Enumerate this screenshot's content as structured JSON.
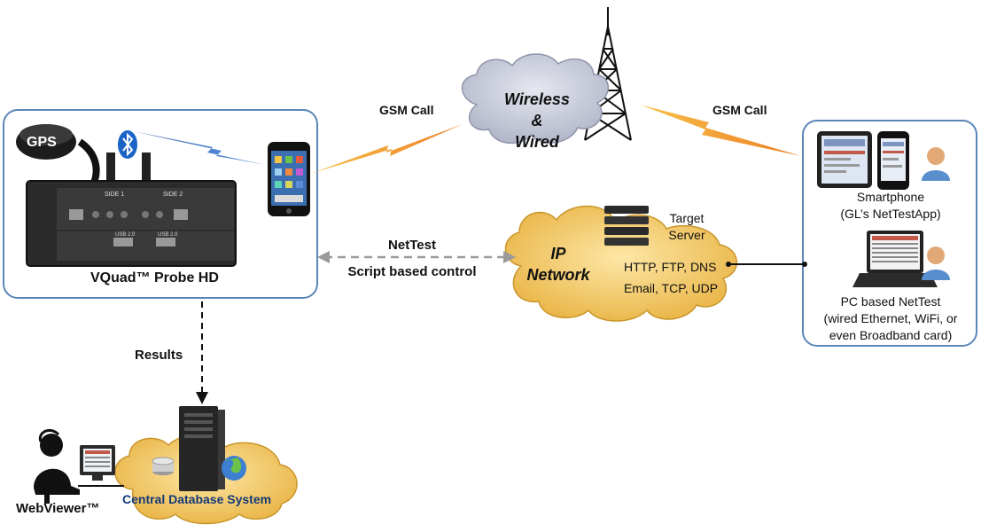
{
  "probe": {
    "gps_label": "GPS",
    "title": "VQuad™ Probe HD",
    "side1_label": "SIDE 1",
    "side2_label": "SIDE 2",
    "usb1_label": "USB 2.0",
    "usb2_label": "USB 2.0"
  },
  "links": {
    "gsm_left": "GSM Call",
    "gsm_right": "GSM Call",
    "nettest_line1": "NetTest",
    "nettest_line2": "Script based control",
    "results": "Results"
  },
  "wireless_cloud": {
    "line1": "Wireless",
    "line2": "&",
    "line3": "Wired"
  },
  "ip_cloud": {
    "line1": "IP",
    "line2": "Network",
    "protocols_line1": "HTTP, FTP, DNS",
    "protocols_line2": "Email, TCP, UDP",
    "server_line1": "Target",
    "server_line2": "Server"
  },
  "right_panel": {
    "smartphone_line1": "Smartphone",
    "smartphone_line2": "(GL’s NetTestApp)",
    "pc_line1": "PC  based NetTest",
    "pc_line2": "(wired Ethernet, WiFi, or",
    "pc_line3": "even Broadband card)"
  },
  "database": {
    "label": "Central Database System",
    "webviewer": "WebViewer™"
  },
  "colors": {
    "panel_border": "#5b86b8",
    "wireless_cloud": "#c4c8d6",
    "gold_cloud": "#f1c863",
    "bolt": "#f29a2e",
    "bluetooth": "#1a64c8",
    "device": "#2b2b2b"
  }
}
